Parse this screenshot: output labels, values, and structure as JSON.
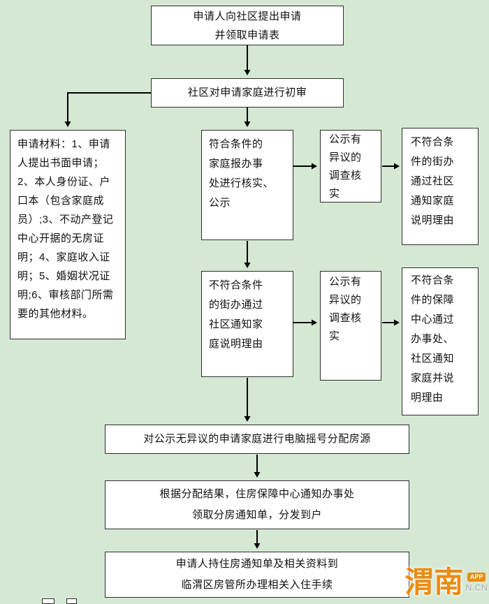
{
  "colors": {
    "background": "#d5e8d3",
    "box_background": "#ffffff",
    "box_border": "#2e2e2e",
    "connector": "#000000",
    "watermark_orange": "#ee8400"
  },
  "flow": {
    "apply": "申请人向社区提出申请\n并领取申请表",
    "initial_review": "社区对申请家庭进行初审",
    "materials": "申请材料：1、申请人提出书面申请；2、本人身份证、户口本（包含家庭成员）;3、不动产登记中心开据的无房证明；4、家庭收入证明；5、婚姻状况证明;6、审核部门所需要的其他材料。",
    "qualified": "符合条件的\n家庭报办事\n处进行核实、\n公示",
    "objection_top": "公示有\n异议的\n调查核\n实",
    "unqualified_street_top": "不符合条\n件的街办\n通过社区\n通知家庭\n说明理由",
    "unqualified_street_mid": "不符合条件\n的街办通过\n社区通知家\n庭说明理由",
    "objection_bottom": "公示有\n异议的\n调查核\n实",
    "unqualified_center": "不符合条\n件的保障\n中心通过\n办事处、\n社区通知\n家庭并说\n明理由",
    "lottery": "对公示无异议的申请家庭进行电脑摇号分配房源",
    "distribute": "根据分配结果，住房保障中心通知办事处\n领取分房通知单，分发到户",
    "checkin": "申请人持住房通知单及相关资料到\n临渭区房管所办理相关入住手续"
  },
  "watermark": {
    "brand": "渭南",
    "badge": "APP",
    "domain": "N.CN"
  }
}
